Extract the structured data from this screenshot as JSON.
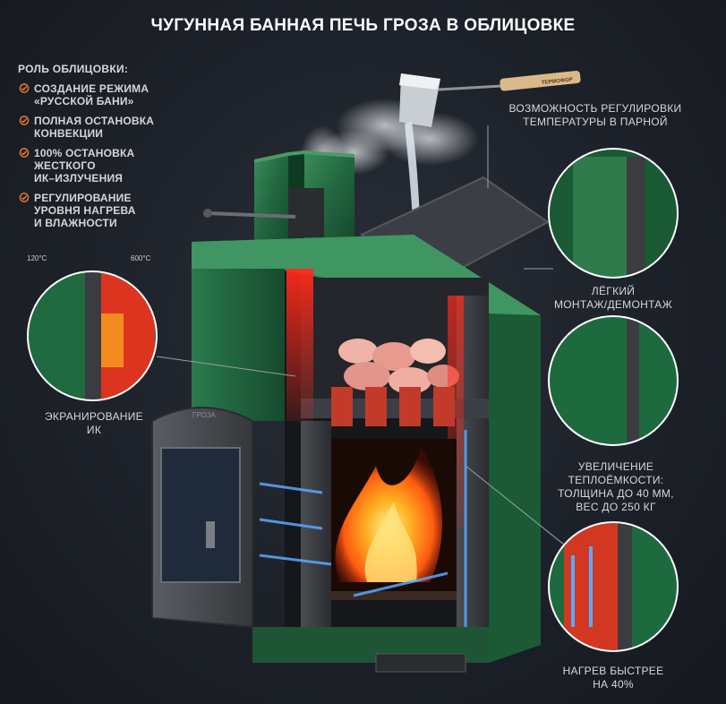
{
  "title": "ЧУГУННАЯ БАННАЯ ПЕЧЬ ГРОЗА В ОБЛИЦОВКЕ",
  "left_panel": {
    "heading": "РОЛЬ ОБЛИЦОВКИ:",
    "features": [
      "СОЗДАНИЕ РЕЖИМА\n«РУССКОЙ БАНИ»",
      "ПОЛНАЯ ОСТАНОВКА\nКОНВЕКЦИИ",
      "100% ОСТАНОВКА\nЖЕСТКОГО\nИК–ИЗЛУЧЕНИЯ",
      "РЕГУЛИРОВАНИЕ\nУРОВНЯ НАГРЕВА\nИ ВЛАЖНОСТИ"
    ]
  },
  "callouts": {
    "temperature_control": "ВОЗМОЖНОСТЬ РЕГУЛИРОВКИ\nТЕМПЕРАТУРЫ В ПАРНОЙ",
    "easy_mounting": "ЛЁГКИЙ\nМОНТАЖ/ДЕМОНТАЖ",
    "ir_shielding": "ЭКРАНИРОВАНИЕ\nИК",
    "heat_capacity": "УВЕЛИЧЕНИЕ\nТЕПЛОЁМКОСТИ:\nТОЛЩИНА ДО 40 ММ,\nВЕС ДО 250 КГ",
    "faster_heating": "НАГРЕВ БЫСТРЕЕ\nНА 40%"
  },
  "temperatures": {
    "outer": "120°C",
    "inner": "600°C"
  },
  "ladle_brand": "ТЕРМОФОР",
  "door_brand": "ГРОЗА",
  "colors": {
    "background": "#1b1f27",
    "stone_green": "#2f7a4a",
    "stone_dark": "#174a2c",
    "iron": "#3a3c40",
    "fire": "#ff7a10",
    "hot": "#ff2a1a",
    "cool_air": "#5aa8ff",
    "check": "#e8792a"
  }
}
